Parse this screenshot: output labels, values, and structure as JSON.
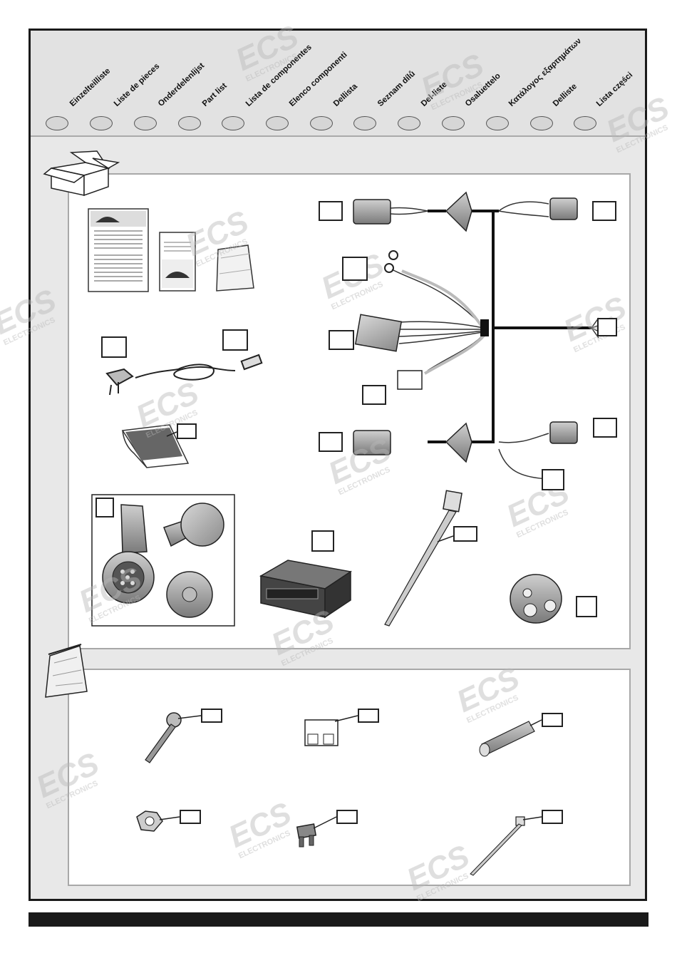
{
  "watermark": {
    "logo_text": "ECS",
    "sub_text": "ELECTRONICS"
  },
  "header": {
    "tabs": [
      {
        "label": "Einzelteilliste"
      },
      {
        "label": "Liste de pieces"
      },
      {
        "label": "Onderdelenlijst"
      },
      {
        "label": "Part list"
      },
      {
        "label": "Lista de componentes"
      },
      {
        "label": "Elenco componenti"
      },
      {
        "label": "Dellista"
      },
      {
        "label": "Seznam dílů"
      },
      {
        "label": "Del-liste"
      },
      {
        "label": "Osaluettelo"
      },
      {
        "label": "Κατάλογος εξαρτημάτων"
      },
      {
        "label": "Delliste"
      },
      {
        "label": "Lista części"
      }
    ]
  },
  "sections": [
    {
      "name": "box-contents",
      "icon": "open-box-icon"
    },
    {
      "name": "bag-contents",
      "icon": "plastic-bag-icon"
    }
  ]
}
